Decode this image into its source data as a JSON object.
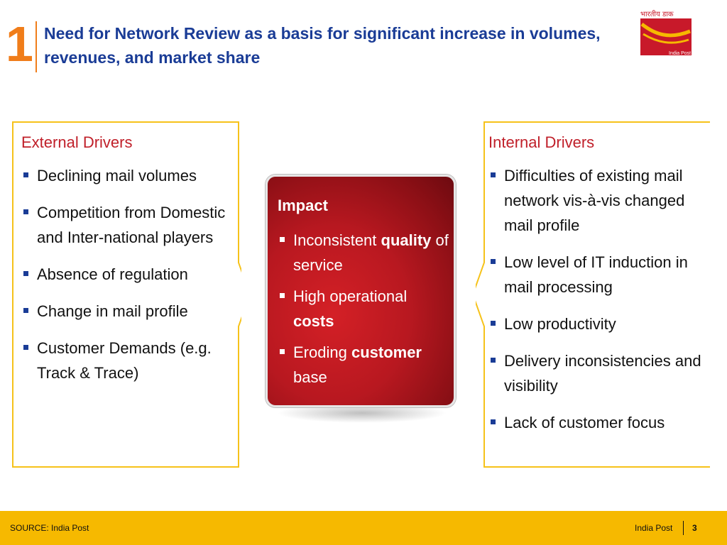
{
  "header": {
    "section_number": "1",
    "title": "Need for Network Review as a basis for significant increase in volumes, revenues, and market share"
  },
  "logo": {
    "hindi_text": "भारतीय डाक",
    "caption": "India Post",
    "colors": {
      "box": "#c8192a",
      "swoosh": "#f6b900"
    }
  },
  "external": {
    "heading": "External Drivers",
    "items": [
      "Declining mail volumes",
      "Competition from Domestic and Inter-national players",
      "Absence of regulation",
      "Change in mail profile",
      "Customer Demands (e.g. Track & Trace)"
    ]
  },
  "impact": {
    "heading": "Impact",
    "items": [
      {
        "before": "Inconsistent ",
        "bold": "quality",
        "after": " of service"
      },
      {
        "before": "High operational ",
        "bold": "costs",
        "after": ""
      },
      {
        "before": "Eroding ",
        "bold": "customer",
        "after": " base"
      }
    ]
  },
  "internal": {
    "heading": "Internal Drivers",
    "items": [
      "Difficulties of existing mail network vis-à-vis changed mail profile",
      "Low level of IT induction in mail processing",
      "Low productivity",
      "Delivery inconsistencies and visibility",
      "Lack of customer focus"
    ]
  },
  "footer": {
    "source": "SOURCE: India Post",
    "brand": "India Post",
    "page": "3"
  },
  "colors": {
    "accent_orange": "#f07d1a",
    "title_blue": "#1a3c96",
    "heading_red": "#c0202a",
    "panel_border": "#f6c21a",
    "footer_yellow": "#f6b900",
    "impact_red": "#b81820"
  }
}
